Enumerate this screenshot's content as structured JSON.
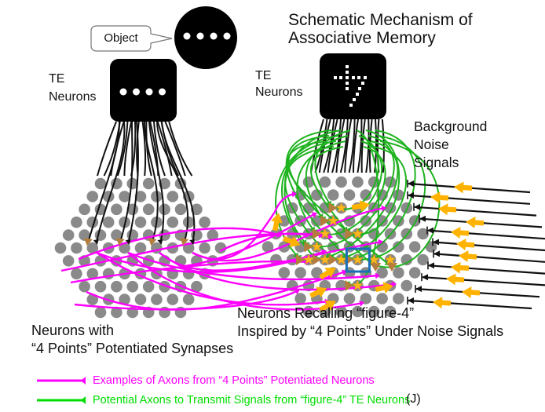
{
  "title": {
    "line1": "Schematic Mechanism of",
    "line2": "Associative Memory"
  },
  "object_callout": {
    "label": "Object",
    "pattern": "4 points",
    "dot_count": 4
  },
  "left_te_neurons": {
    "line1": "TE",
    "line2": "Neurons",
    "pattern": "4 points",
    "dot_count": 4
  },
  "right_te_neurons": {
    "line1": "TE",
    "line2": "Neurons",
    "pattern": "figure-4"
  },
  "noise_label": {
    "line1": "Background",
    "line2": "Noise",
    "line3": "Signals"
  },
  "noise_signal_count": 11,
  "left_caption": {
    "line1": "Neurons with",
    "line2": "“4 Points” Potentiated Synapses"
  },
  "right_caption": {
    "line1": "Neurons Recalling “figure-4”",
    "line2": "Inspired by “4 Points” Under Noise Signals"
  },
  "legend": [
    {
      "label": "Examples of Axons from “4 Points” Potentiated Neurons",
      "color": "#ff00ff"
    },
    {
      "label": "Potential Axons to Transmit Signals from “figure-4” TE Neurons",
      "color": "#00dd00"
    }
  ],
  "panel_label": "(J)",
  "neuron_grid": {
    "row_counts": [
      6,
      7,
      8,
      9,
      10,
      11,
      10,
      9,
      8,
      7,
      6
    ],
    "left_potentiated_neurons": [
      [
        5,
        2
      ],
      [
        5,
        4
      ],
      [
        5,
        6
      ],
      [
        5,
        8
      ]
    ],
    "right_figure4_neurons": [
      [
        2,
        3
      ],
      [
        3,
        3
      ],
      [
        4,
        3
      ],
      [
        4,
        5
      ],
      [
        5,
        3
      ],
      [
        6,
        2
      ],
      [
        6,
        3
      ],
      [
        6,
        4
      ],
      [
        6,
        5
      ],
      [
        6,
        6
      ],
      [
        6,
        7
      ],
      [
        8,
        4
      ]
    ],
    "right_highlighted_neuron": [
      6,
      5
    ]
  },
  "colors": {
    "neuron": "#8a8a8a",
    "te_box": "#000000",
    "axon_black": "#111111",
    "axon_magenta": "#ff00ff",
    "axon_green": "#1fb31f",
    "legend_green": "#00dd00",
    "signal_arrow": "#ffb300",
    "star": "#ffb81c",
    "synapse": "#b57d3c",
    "highlight_box": "#1a6fb8"
  }
}
